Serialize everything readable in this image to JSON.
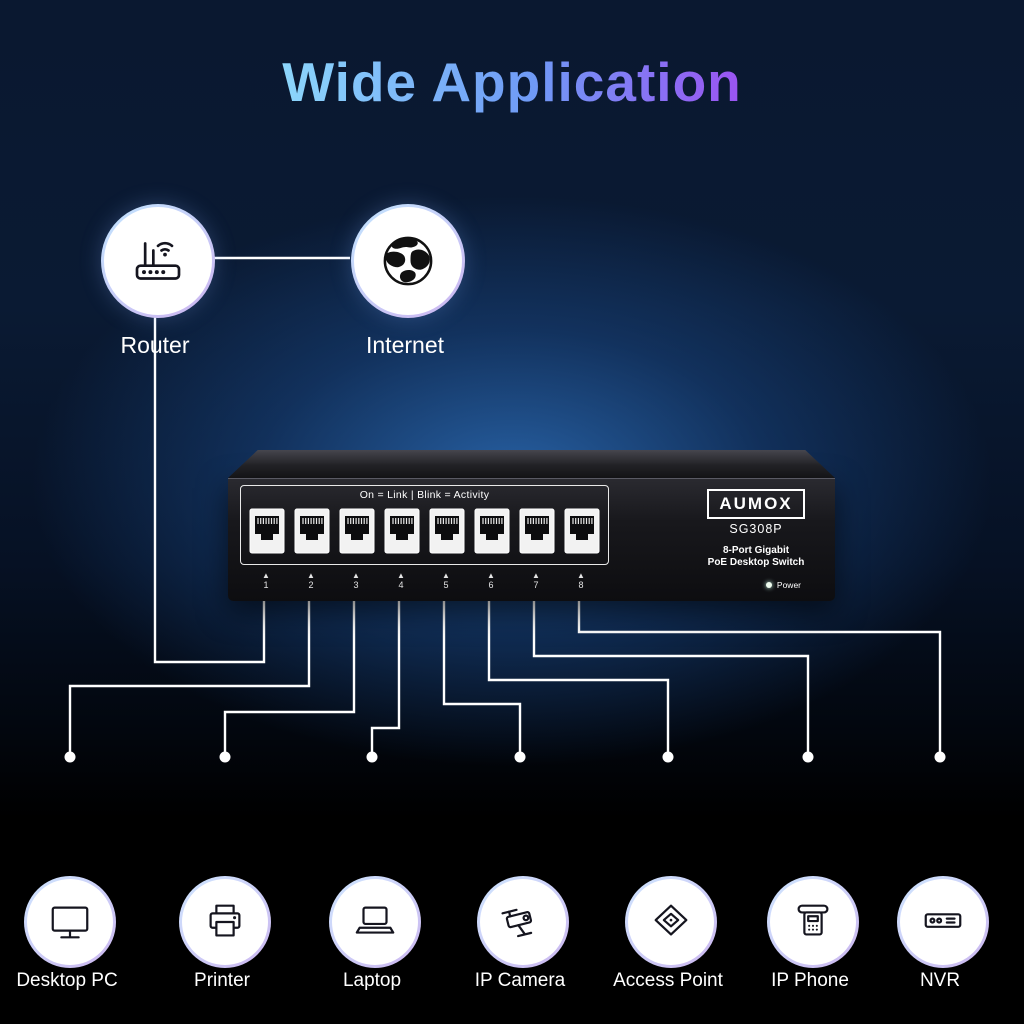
{
  "title": "Wide Application",
  "top_nodes": {
    "router": {
      "label": "Router",
      "icon": "router-icon"
    },
    "internet": {
      "label": "Internet",
      "icon": "globe-icon"
    }
  },
  "switch": {
    "brand": "AUMOX",
    "model": "SG308P",
    "legend": "On = Link | Blink = Activity",
    "description_line1": "8-Port Gigabit",
    "description_line2": "PoE Desktop Switch",
    "power_label": "Power",
    "arrow_glyph": "▲",
    "ports": [
      "1",
      "2",
      "3",
      "4",
      "5",
      "6",
      "7",
      "8"
    ]
  },
  "devices": [
    {
      "label": "Desktop PC",
      "icon": "desktop-pc-icon"
    },
    {
      "label": "Printer",
      "icon": "printer-icon"
    },
    {
      "label": "Laptop",
      "icon": "laptop-icon"
    },
    {
      "label": "IP Camera",
      "icon": "ip-camera-icon"
    },
    {
      "label": "Access Point",
      "icon": "access-point-icon"
    },
    {
      "label": "IP Phone",
      "icon": "ip-phone-icon"
    },
    {
      "label": "NVR",
      "icon": "nvr-icon"
    }
  ],
  "colors": {
    "background_glow": "#1d4a7c",
    "cable_line": "#ffffff",
    "title_gradient_start": "#b9f4ff",
    "title_gradient_end": "#e263ee",
    "switch_body": "#18181c",
    "circle_fill": "#ffffff"
  }
}
